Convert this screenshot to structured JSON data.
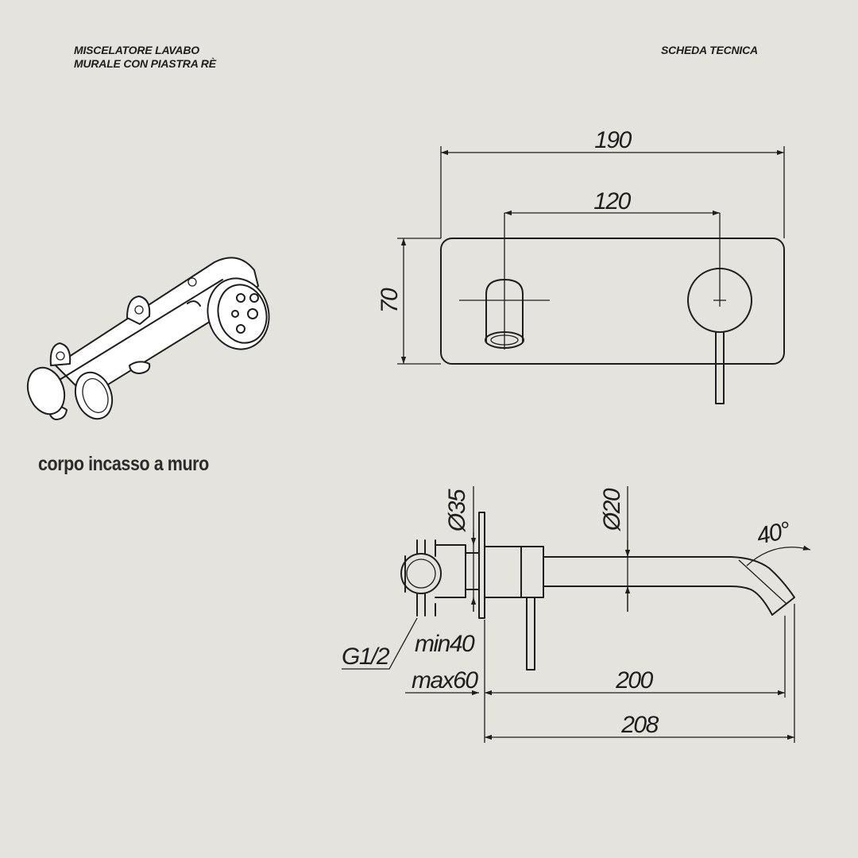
{
  "header": {
    "title_line1": "MISCELATORE LAVABO",
    "title_line2": "MURALE CON PIASTRA RÈ",
    "doc_type": "SCHEDA TECNICA"
  },
  "caption": "corpo incasso a muro",
  "front_view": {
    "plate_width": "190",
    "axis_distance": "120",
    "plate_height": "70"
  },
  "side_view": {
    "handle_diameter": "Ø35",
    "spout_diameter": "Ø20",
    "spout_angle": "40°",
    "connection": "G1/2",
    "wall_depth_min": "min40",
    "wall_depth_max": "max60",
    "spout_length": "200",
    "total_length": "208"
  },
  "colors": {
    "background": "#e4e3dd",
    "line": "#1e1e1e"
  }
}
